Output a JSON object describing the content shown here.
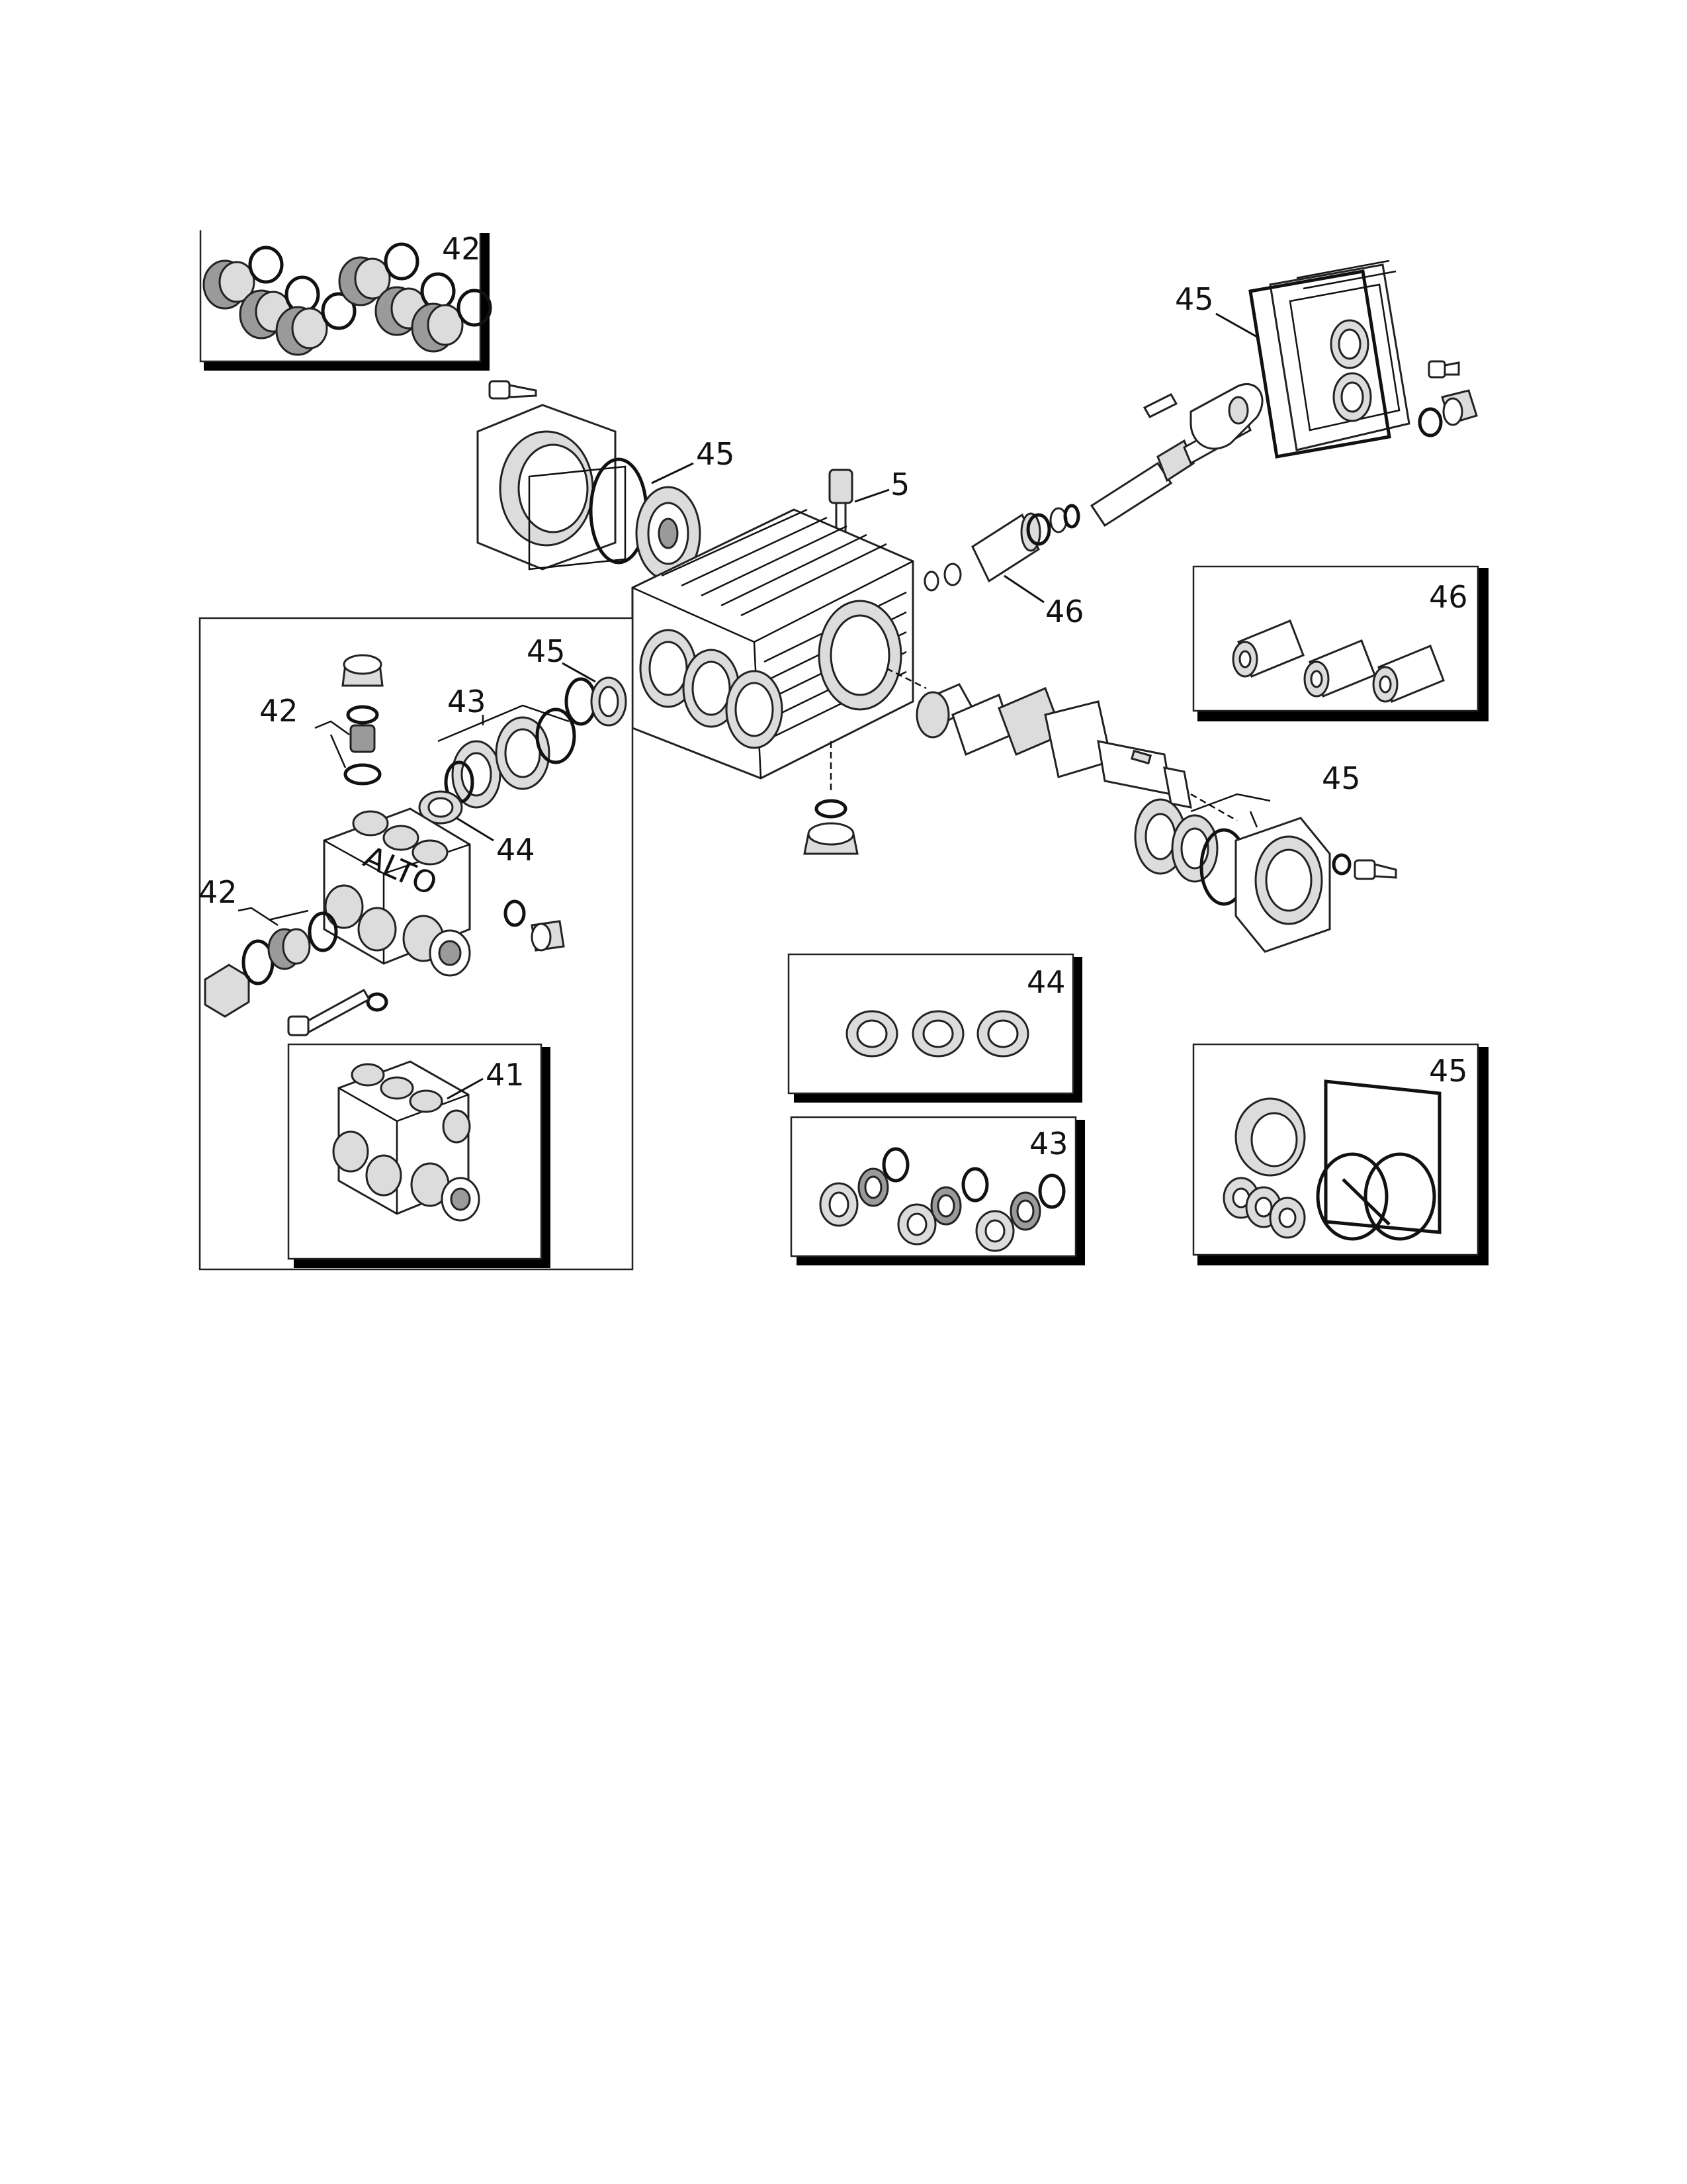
{
  "diagram": {
    "callouts": {
      "top_left_kit": "42",
      "top_right_cover": "45",
      "left_bearing": "45",
      "oil_dipstick": "5",
      "pistons": "46",
      "kit_pistons": "46",
      "left_box_seals": "45",
      "left_box_packing": "43",
      "left_box_valve_top": "42",
      "left_box_retainer": "44",
      "left_box_valve_side": "42",
      "manifold_kit": "41",
      "right_bearing": "45",
      "kit_retainers": "44",
      "kit_packing": "43",
      "kit_seals": "45"
    },
    "brand_mark": "ALTO"
  }
}
